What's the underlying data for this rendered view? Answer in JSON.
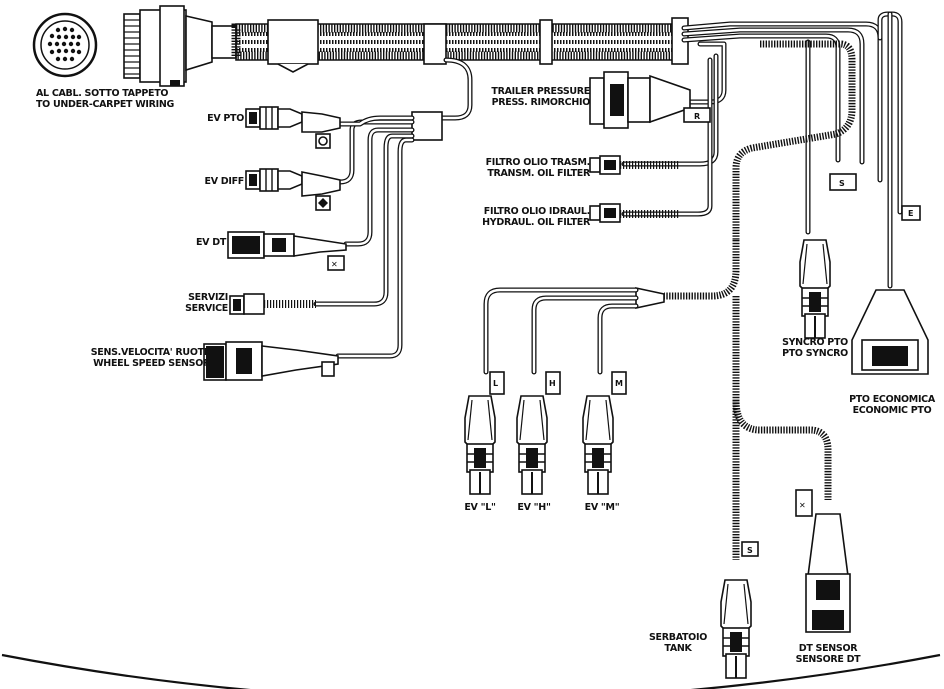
{
  "labels": {
    "main_connector": [
      "AL CABL. SOTTO TAPPETO",
      "TO UNDER-CARPET WIRING"
    ],
    "ev_pto": "EV PTO",
    "ev_diff": "EV DIFF",
    "ev_dt": "EV DT",
    "servizi": [
      "SERVIZI",
      "SERVICE"
    ],
    "wheel_speed": [
      "SENS.VELOCITA' RUOTE",
      "WHEEL SPEED SENSOR"
    ],
    "trailer": [
      "TRAILER PRESSURE",
      "PRESS. RIMORCHIO"
    ],
    "trans_filter": [
      "FILTRO OLIO TRASM.",
      "TRANSM. OIL FILTER"
    ],
    "hyd_filter": [
      "FILTRO OLIO IDRAUL.",
      "HYDRAUL. OIL FILTER"
    ],
    "syncro_pto": [
      "SYNCRO PTO",
      "PTO SYNCRO"
    ],
    "economic_pto": [
      "PTO ECONOMICA",
      "ECONOMIC PTO"
    ],
    "ev_l": "EV \"L\"",
    "ev_h": "EV \"H\"",
    "ev_m": "EV \"M\"",
    "tank": [
      "SERBATOIO",
      "TANK"
    ],
    "dt_sensor": [
      "DT SENSOR",
      "SENSORE DT"
    ]
  },
  "tags": {
    "r": "R",
    "s": "S",
    "e": "E",
    "l": "L",
    "h": "H",
    "m": "M"
  }
}
